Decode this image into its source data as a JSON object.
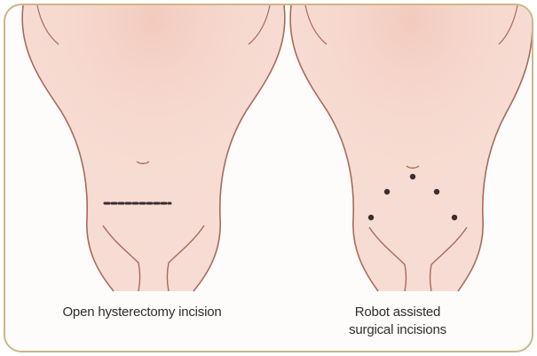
{
  "panels": [
    {
      "id": "open",
      "caption_lines": [
        "Open hysterectomy incision"
      ]
    },
    {
      "id": "robot",
      "caption_lines": [
        "Robot assisted",
        "surgical incisions"
      ]
    }
  ],
  "colors": {
    "frame_border": "#c9b78a",
    "skin_fill": "#f7dcd3",
    "skin_shade": "#f0c3b6",
    "outline": "#a86a5c",
    "incision": "#3a2e2e"
  }
}
